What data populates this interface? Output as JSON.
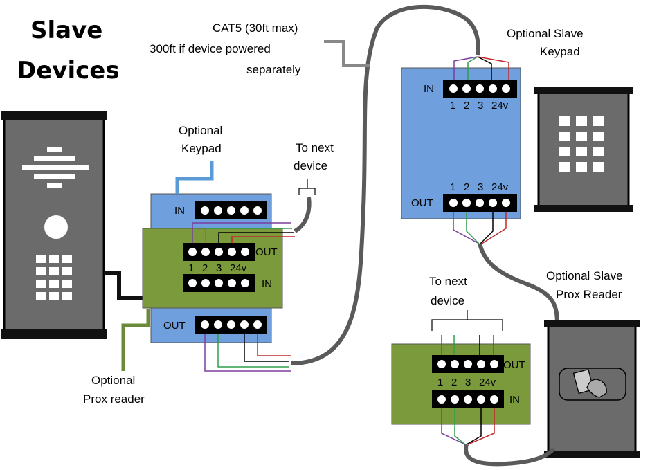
{
  "title": {
    "line1": "Slave",
    "line2": "Devices"
  },
  "labels": {
    "cable_line1": "CAT5 (30ft max)",
    "cable_line2": "300ft if device powered",
    "cable_line3": "separately",
    "opt_keypad_line1": "Optional",
    "opt_keypad_line2": "Keypad",
    "next_device_line1": "To next",
    "next_device_line2": "device",
    "opt_prox_line1": "Optional",
    "opt_prox_line2": "Prox reader",
    "slave_keypad_line1": "Optional Slave",
    "slave_keypad_line2": "Keypad",
    "slave_prox_line1": "Optional Slave",
    "slave_prox_line2": "Prox Reader",
    "next_device2_line1": "To next",
    "next_device2_line2": "device"
  },
  "terminals": {
    "in": "IN",
    "out": "OUT",
    "pins": [
      "1",
      "2",
      "3",
      "24v"
    ]
  },
  "colors": {
    "blue_board": "#6f9fdc",
    "green_board": "#7a9a3c",
    "panel_gray": "#6b6b6b",
    "cable_gray": "#5a5a5a",
    "wire_purple": "#7b3fa0",
    "wire_green": "#2e9e4a",
    "wire_black": "#000000",
    "wire_red": "#c0282a",
    "keypad_wire": "#5b9bd5",
    "prox_wire": "#6a8a3a"
  }
}
